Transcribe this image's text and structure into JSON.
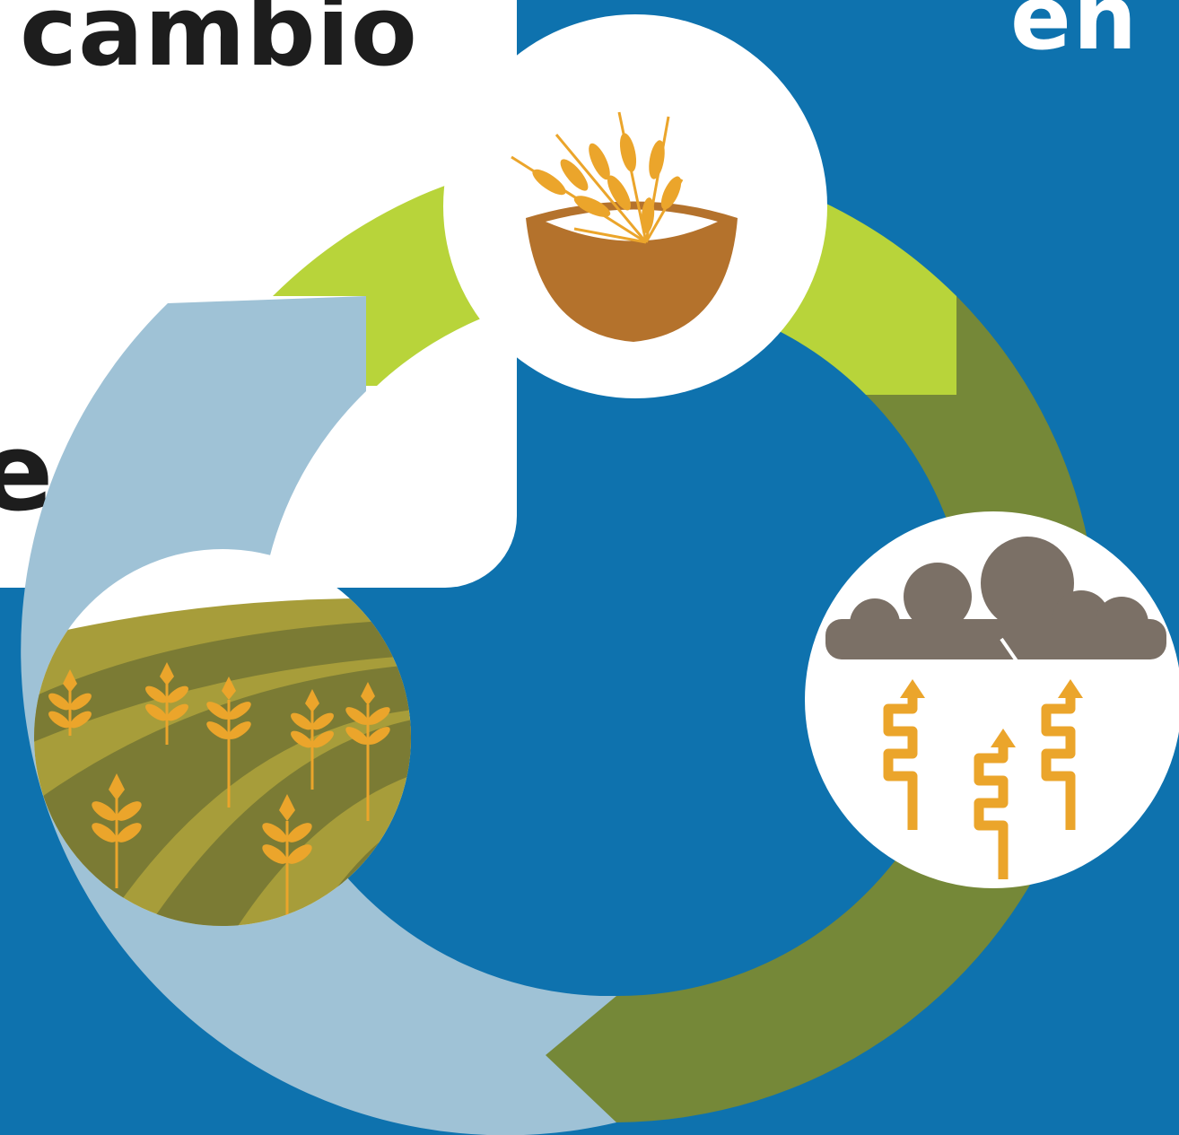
{
  "headline": {
    "word_cambio": "cambio",
    "word_e": "e.",
    "word_en": "en"
  },
  "colors": {
    "background": "#0e72ae",
    "panel": "#ffffff",
    "arc_light_green": "#b8d43a",
    "arc_olive": "#758838",
    "arc_light_blue": "#9fc2d6",
    "wheat": "#eba52b",
    "bowl": "#b4722c",
    "cloud": "#7b7066",
    "field_light": "#a79d3a",
    "field_dark": "#7b7b34"
  },
  "icons": [
    "wheat-bowl-icon",
    "cloud-heat-icon",
    "wheat-field-icon"
  ]
}
